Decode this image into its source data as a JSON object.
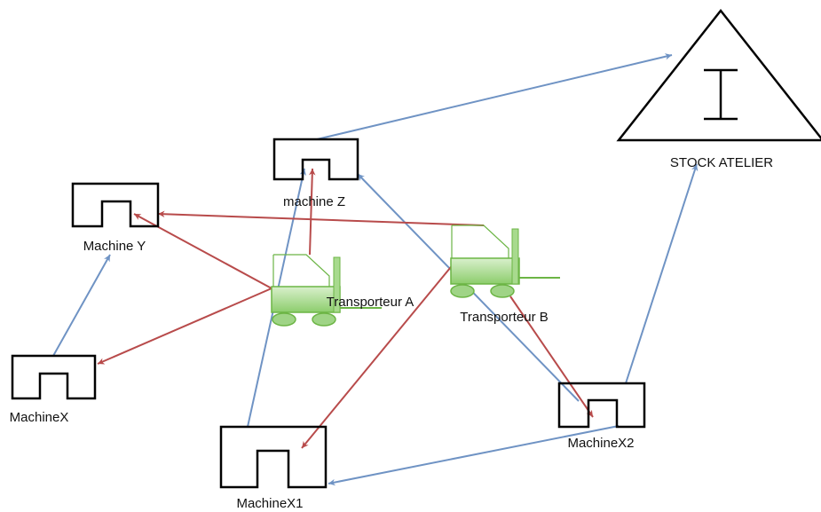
{
  "nodes": {
    "stock_atelier": {
      "label": "STOCK ATELIER"
    },
    "machine_z": {
      "label": "machine Z"
    },
    "machine_y": {
      "label": "Machine Y"
    },
    "machine_x": {
      "label": "MachineX"
    },
    "machine_x1": {
      "label": "MachineX1"
    },
    "machine_x2": {
      "label": "MachineX2"
    },
    "transporteur_a": {
      "label": "Transporteur A"
    },
    "transporteur_b": {
      "label": "Transporteur B"
    }
  },
  "colors": {
    "product_flow": "#6f93c4",
    "transport_flow": "#b84b4b",
    "vehicle_fill": "#9fd486",
    "vehicle_stroke": "#6cb545"
  },
  "icons": {
    "stock": "triangle-stock-icon",
    "machine": "machine-icon",
    "transporter": "forklift-icon"
  },
  "edges": [
    {
      "id": "z-to-stock",
      "from": "machine_z",
      "to": "stock_atelier",
      "kind": "product_flow"
    },
    {
      "id": "x2-to-stock",
      "from": "machine_x2",
      "to": "stock_atelier",
      "kind": "product_flow"
    },
    {
      "id": "x2-to-z",
      "from": "machine_x2",
      "to": "machine_z",
      "kind": "product_flow"
    },
    {
      "id": "x1-to-z",
      "from": "machine_x1",
      "to": "machine_z",
      "kind": "product_flow"
    },
    {
      "id": "x-to-y",
      "from": "machine_x",
      "to": "machine_y",
      "kind": "product_flow"
    },
    {
      "id": "x2-to-x1",
      "from": "machine_x2",
      "to": "machine_x1",
      "kind": "product_flow"
    },
    {
      "id": "a-to-y",
      "from": "transporteur_a",
      "to": "machine_y",
      "kind": "transport_flow"
    },
    {
      "id": "a-to-x",
      "from": "transporteur_a",
      "to": "machine_x",
      "kind": "transport_flow"
    },
    {
      "id": "a-to-z",
      "from": "transporteur_a",
      "to": "machine_z",
      "kind": "transport_flow"
    },
    {
      "id": "b-to-y",
      "from": "transporteur_b",
      "to": "machine_y",
      "kind": "transport_flow"
    },
    {
      "id": "b-to-x1",
      "from": "transporteur_b",
      "to": "machine_x1",
      "kind": "transport_flow"
    },
    {
      "id": "b-to-x2",
      "from": "transporteur_b",
      "to": "machine_x2",
      "kind": "transport_flow"
    }
  ]
}
